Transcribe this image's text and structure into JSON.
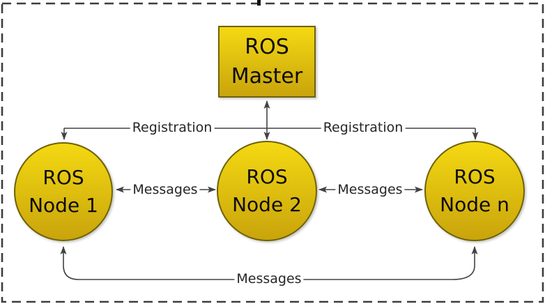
{
  "diagram": {
    "master": {
      "line1": "ROS",
      "line2": "Master"
    },
    "nodes": [
      {
        "line1": "ROS",
        "line2": "Node 1"
      },
      {
        "line1": "ROS",
        "line2": "Node 2"
      },
      {
        "line1": "ROS",
        "line2": "Node n"
      }
    ],
    "labels": {
      "registration_left": "Registration",
      "registration_right": "Registration",
      "messages_left": "Messages",
      "messages_right": "Messages",
      "messages_bottom": "Messages"
    },
    "colors": {
      "background": "#ffffff",
      "shape_fill_top": "#f4d912",
      "shape_fill_bottom": "#c9a40c",
      "shape_border": "#6e6207",
      "line": "#424242",
      "text": "#0d0d0d",
      "border_dash": "#3d3d3d"
    }
  }
}
